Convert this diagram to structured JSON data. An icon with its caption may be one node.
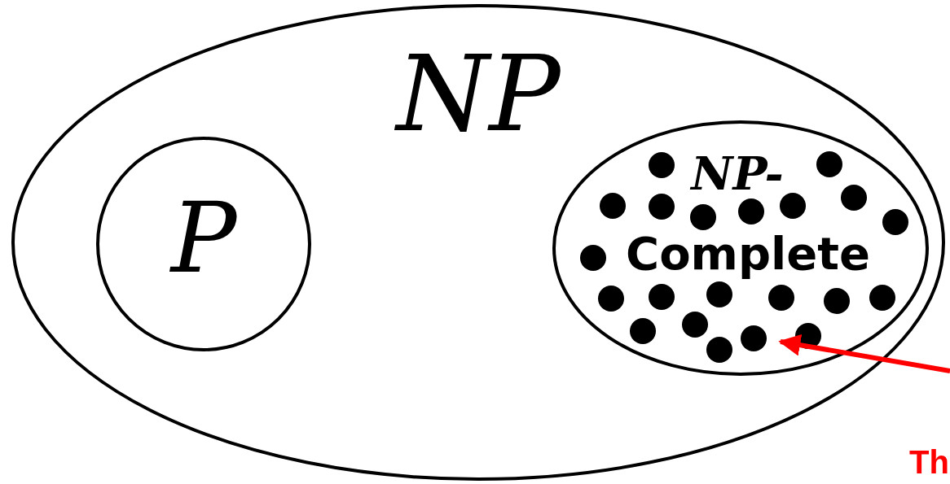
{
  "diagram": {
    "nodes": [
      {
        "text": [
          "NP"
        ]
      },
      {
        "text": [
          "P"
        ],
        "in": 0
      },
      {
        "text": [
          "NP-",
          "Complete"
        ],
        "in": 0
      }
    ],
    "edges": [
      {
        "from": null,
        "to": 2,
        "arrow": "to",
        "color": "#ff0000"
      }
    ],
    "labels": [
      "Th"
    ]
  }
}
